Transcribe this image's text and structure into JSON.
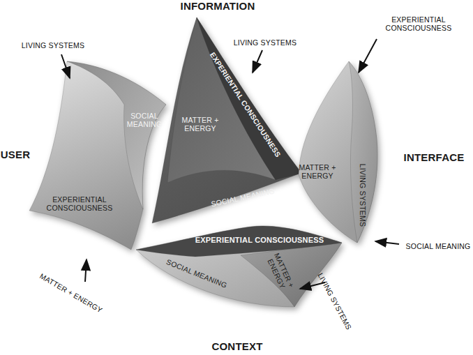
{
  "diagram": {
    "nodes": [
      {
        "text": [
          "USER",
          "SOCIAL MEANING",
          "EXPERIENTIAL CONSCIOUSNESS"
        ]
      },
      {
        "text": [
          "INFORMATION",
          "MATTER + ENERGY",
          "EXPERIENTIAL CONSCIOUSNESS",
          "SOCIAL MEANING"
        ]
      },
      {
        "text": [
          "INTERFACE",
          "MATTER + ENERGY",
          "LIVING SYSTEMS"
        ]
      },
      {
        "text": [
          "CONTEXT",
          "EXPERIENTIAL CONSCIOUSNESS",
          "SOCIAL MEANING",
          "MATTER + ENERGY"
        ]
      }
    ],
    "labels": [
      "LIVING SYSTEMS",
      "LIVING SYSTEMS",
      "EXPERIENTIAL CONSCIOUSNESS",
      "SOCIAL MEANING",
      "LIVING SYSTEMS",
      "MATTER + ENERGY"
    ]
  }
}
